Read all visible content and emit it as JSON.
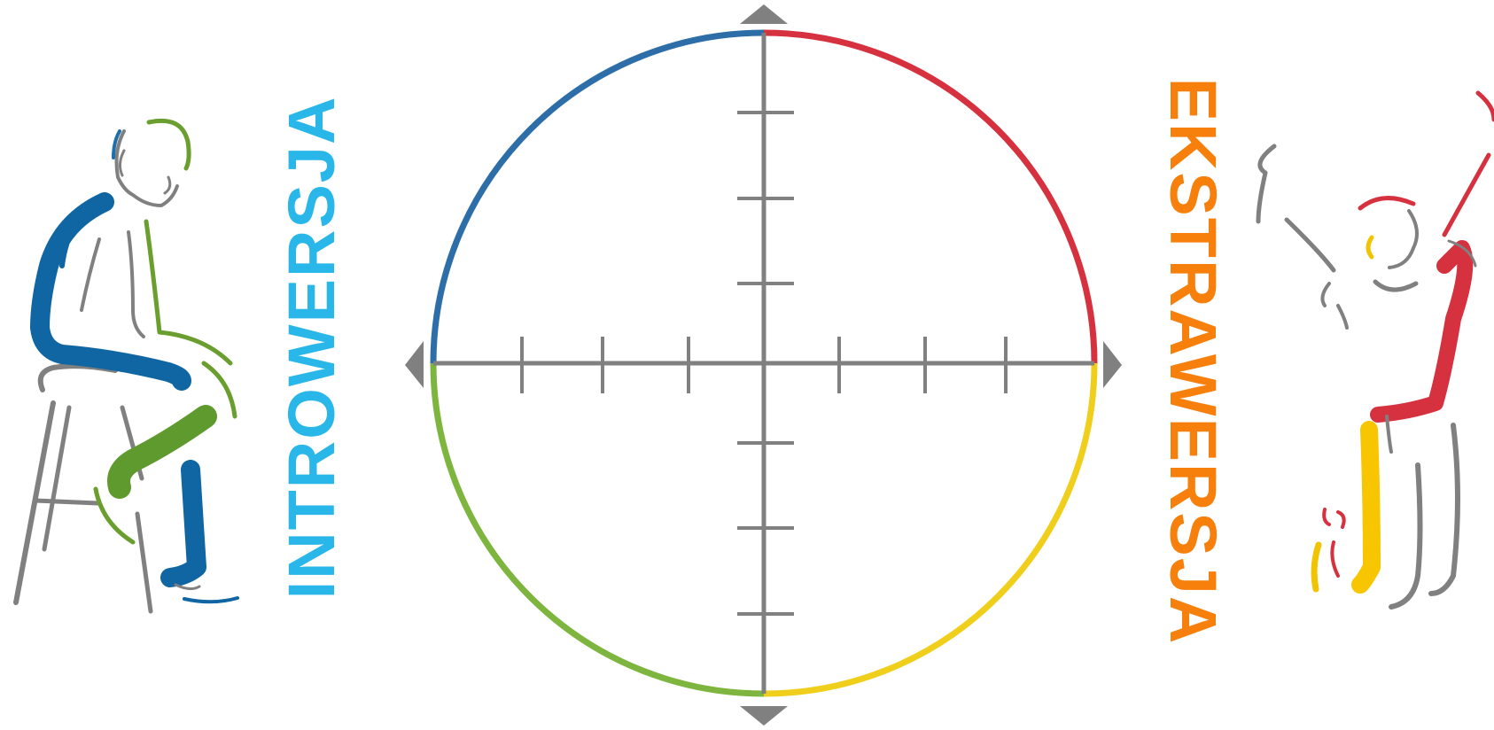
{
  "labels": {
    "introversion": "INTROWERSJA",
    "extroversion": "EKSTRAWERSJA"
  },
  "colors": {
    "introversion_text": "#29b6e8",
    "extroversion_text": "#f77f0c",
    "axis": "#808080",
    "quadrant_top_left": "#2d6ea8",
    "quadrant_top_right": "#d6313e",
    "quadrant_bottom_left": "#7db53f",
    "quadrant_bottom_right": "#f0cf1c"
  },
  "diagram": {
    "quadrants": [
      "top-left",
      "top-right",
      "bottom-left",
      "bottom-right"
    ],
    "x_ticks_per_side": 3,
    "y_ticks_per_side": 3,
    "arrow_directions": [
      "up",
      "down",
      "left",
      "right"
    ]
  },
  "figures": {
    "left": "seated-thinking-person-icon",
    "right": "energetic-speaking-person-icon"
  }
}
